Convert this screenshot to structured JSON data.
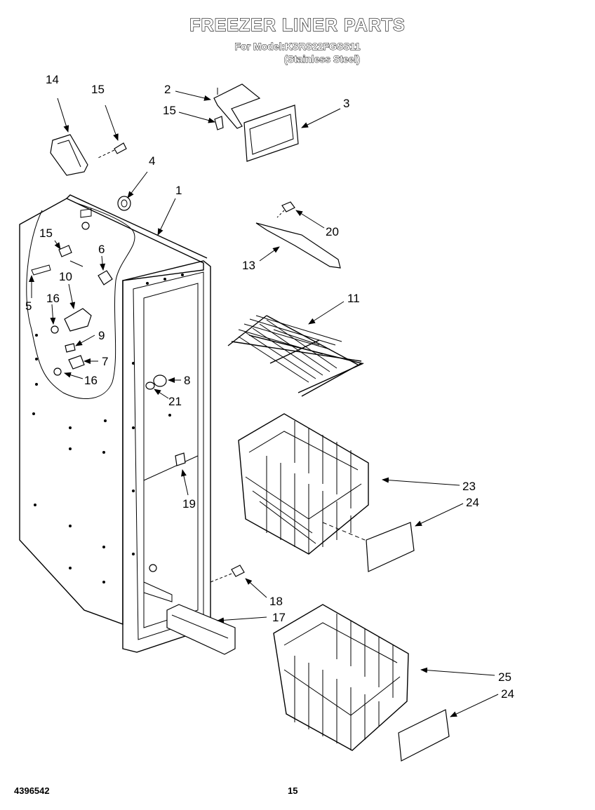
{
  "header": {
    "title": "FREEZER LINER PARTS",
    "model_line": "For Model:KSRS22FGSS11",
    "finish": "(Stainless Steel)"
  },
  "footer": {
    "doc_number": "4396542",
    "page_number": "15"
  },
  "callouts": {
    "c1": "1",
    "c2": "2",
    "c3": "3",
    "c4": "4",
    "c5": "5",
    "c6": "6",
    "c7": "7",
    "c8": "8",
    "c9": "9",
    "c10": "10",
    "c11": "11",
    "c13": "13",
    "c14": "14",
    "c15a": "15",
    "c15b": "15",
    "c15c": "15",
    "c16a": "16",
    "c16b": "16",
    "c17": "17",
    "c18": "18",
    "c19": "19",
    "c20": "20",
    "c21": "21",
    "c23": "23",
    "c24a": "24",
    "c24b": "24",
    "c25": "25"
  }
}
